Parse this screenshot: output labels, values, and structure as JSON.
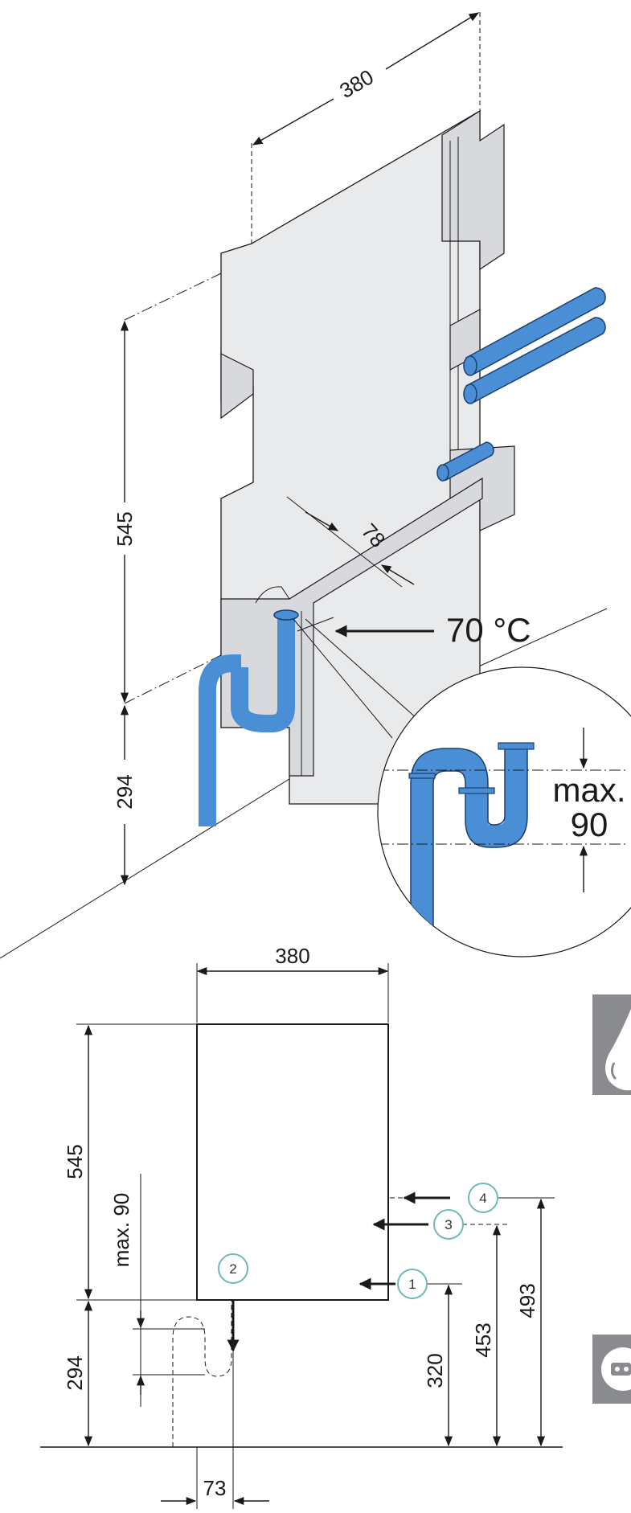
{
  "iso_view": {
    "width_label": "380",
    "height_label": "545",
    "floor_label": "294",
    "depth_label": "78",
    "temp_label": "70 °C",
    "detail": {
      "max_label": "max.",
      "max_value": "90"
    }
  },
  "front_view": {
    "width_label": "380",
    "height_label": "545",
    "floor_label": "294",
    "trap_label": "max. 90",
    "offset_label": "73",
    "heights": [
      "320",
      "453",
      "493"
    ],
    "connections": [
      "1",
      "2",
      "3",
      "4"
    ]
  },
  "side_icons": [
    "water-drop-icon",
    "socket-icon"
  ],
  "colors": {
    "pipe": "#4a8ed6",
    "panel": "#e9eaec",
    "bubble_stroke": "#6fb9b6",
    "icon_bg": "#8a8b8e"
  }
}
